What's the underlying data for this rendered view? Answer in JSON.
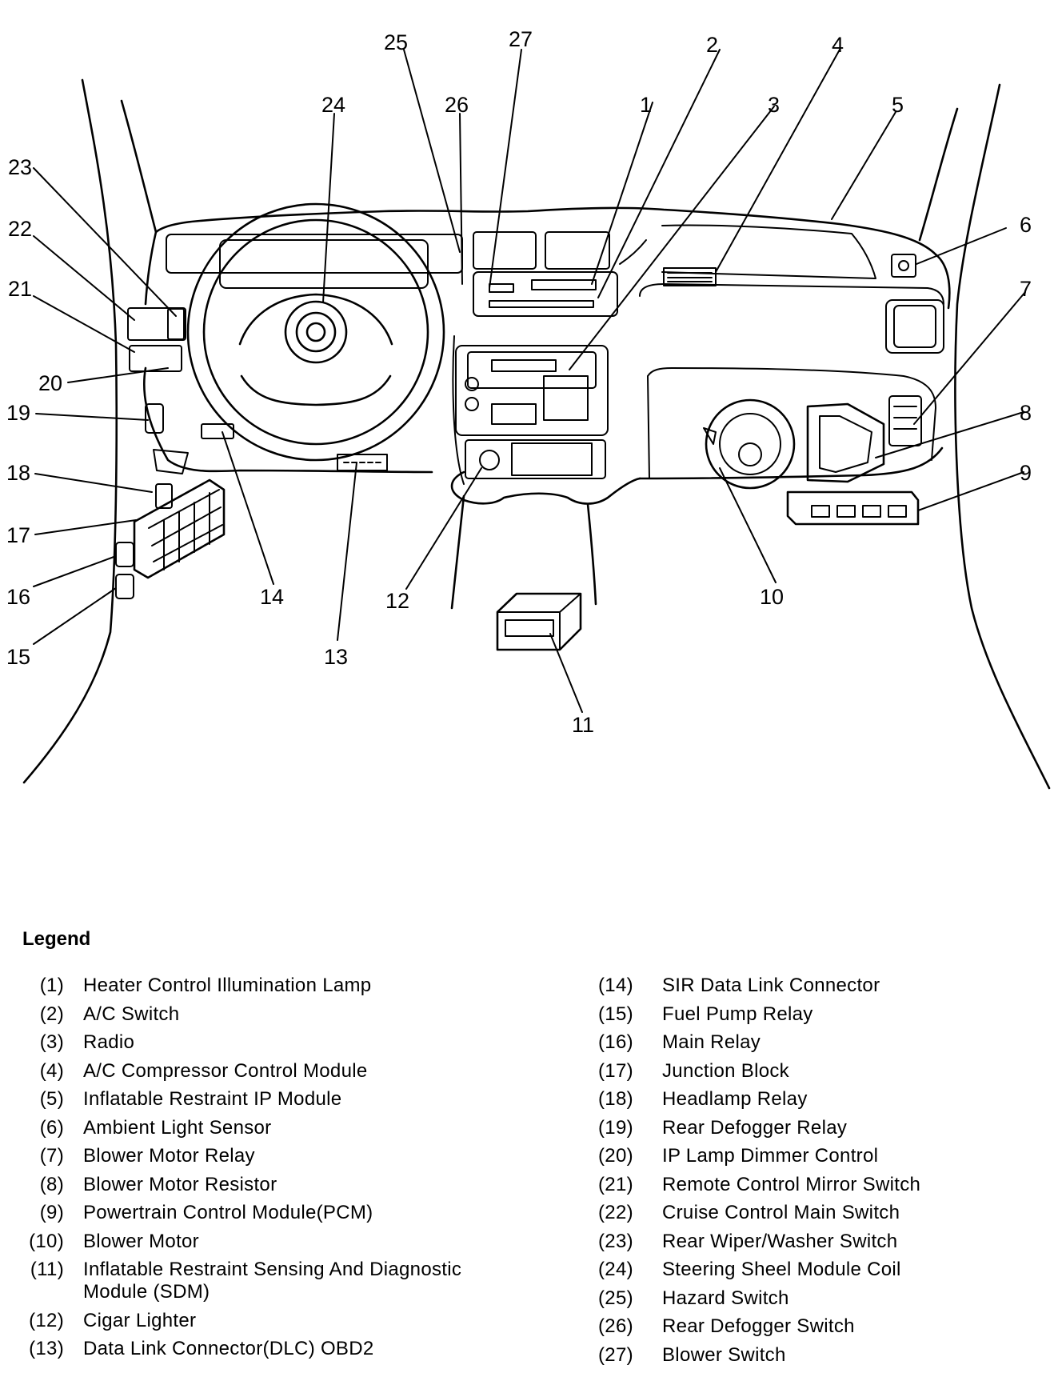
{
  "callouts": [
    "1",
    "2",
    "3",
    "4",
    "5",
    "6",
    "7",
    "8",
    "9",
    "10",
    "11",
    "12",
    "13",
    "14",
    "15",
    "16",
    "17",
    "18",
    "19",
    "20",
    "21",
    "22",
    "23",
    "24",
    "25",
    "26",
    "27"
  ],
  "legend": {
    "title": "Legend",
    "left": [
      {
        "num": "(1)",
        "label": "Heater Control Illumination Lamp"
      },
      {
        "num": "(2)",
        "label": "A/C Switch"
      },
      {
        "num": "(3)",
        "label": "Radio"
      },
      {
        "num": "(4)",
        "label": "A/C Compressor Control Module"
      },
      {
        "num": "(5)",
        "label": "Inflatable Restraint IP Module"
      },
      {
        "num": "(6)",
        "label": "Ambient Light Sensor"
      },
      {
        "num": "(7)",
        "label": "Blower Motor Relay"
      },
      {
        "num": "(8)",
        "label": "Blower Motor Resistor"
      },
      {
        "num": "(9)",
        "label": "Powertrain Control Module(PCM)"
      },
      {
        "num": "(10)",
        "label": "Blower Motor"
      },
      {
        "num": "(11)",
        "label": "Inflatable Restraint Sensing And Diagnostic Module (SDM)"
      },
      {
        "num": "(12)",
        "label": "Cigar Lighter"
      },
      {
        "num": "(13)",
        "label": "Data Link Connector(DLC) OBD2"
      }
    ],
    "right": [
      {
        "num": "(14)",
        "label": "SIR Data Link Connector"
      },
      {
        "num": "(15)",
        "label": "Fuel Pump Relay"
      },
      {
        "num": "(16)",
        "label": "Main Relay"
      },
      {
        "num": "(17)",
        "label": "Junction Block"
      },
      {
        "num": "(18)",
        "label": "Headlamp Relay"
      },
      {
        "num": "(19)",
        "label": "Rear Defogger Relay"
      },
      {
        "num": "(20)",
        "label": "IP Lamp Dimmer Control"
      },
      {
        "num": "(21)",
        "label": "Remote Control Mirror Switch"
      },
      {
        "num": "(22)",
        "label": "Cruise Control Main Switch"
      },
      {
        "num": "(23)",
        "label": "Rear Wiper/Washer Switch"
      },
      {
        "num": "(24)",
        "label": "Steering Sheel Module Coil"
      },
      {
        "num": "(25)",
        "label": "Hazard Switch"
      },
      {
        "num": "(26)",
        "label": "Rear Defogger Switch"
      },
      {
        "num": "(27)",
        "label": "Blower Switch"
      }
    ]
  }
}
